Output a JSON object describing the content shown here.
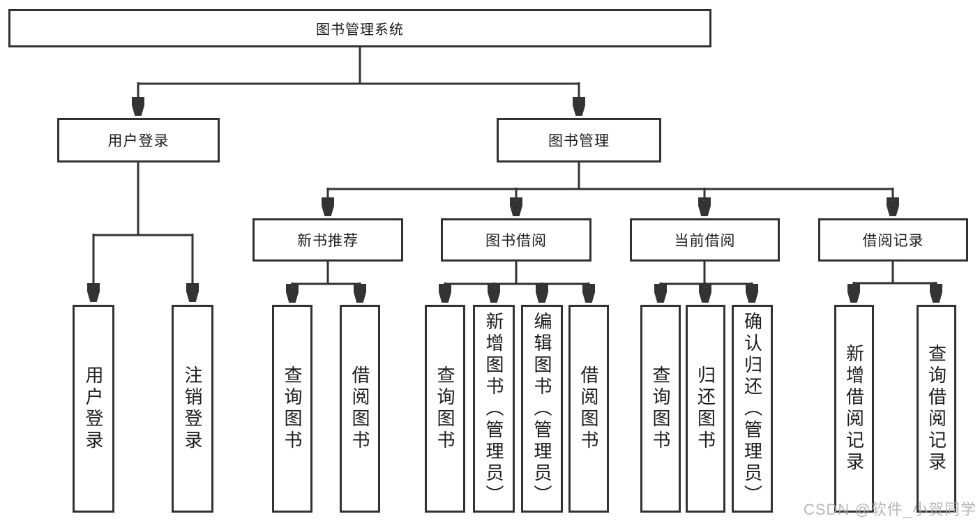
{
  "title": "图书管理系统",
  "watermark": "CSDN @软件_小贺同学",
  "colors": {
    "line": "#333333",
    "box_border": "#323232",
    "text": "#1c1c1c",
    "watermark": "#acacac",
    "background": "#ffffff"
  },
  "nodes": {
    "root": "图书管理系统",
    "user_login": "用户登录",
    "book_mgmt": "图书管理",
    "new_book_rec": "新书推荐",
    "book_borrow": "图书借阅",
    "current_borrow": "当前借阅",
    "borrow_records": "借阅记录",
    "ul_user_login": "用户登录",
    "ul_logout": "注销登录",
    "nbr_query_book": "查询图书",
    "nbr_borrow_book": "借阅图书",
    "bb_query_book": "查询图书",
    "bb_add_book": "新增图书（管理员）",
    "bb_edit_book": "编辑图书（管理员）",
    "bb_borrow_book": "借阅图书",
    "cb_query_book": "查询图书",
    "cb_return_book": "归还图书",
    "cb_confirm_return": "确认归还（管理员）",
    "br_add_record": "新增借阅记录",
    "br_query_record": "查询借阅记录"
  },
  "hierarchy": {
    "图书管理系统": {
      "用户登录": [
        "用户登录",
        "注销登录"
      ],
      "图书管理": {
        "新书推荐": [
          "查询图书",
          "借阅图书"
        ],
        "图书借阅": [
          "查询图书",
          "新增图书（管理员）",
          "编辑图书（管理员）",
          "借阅图书"
        ],
        "当前借阅": [
          "查询图书",
          "归还图书",
          "确认归还（管理员）"
        ],
        "借阅记录": [
          "新增借阅记录",
          "查询借阅记录"
        ]
      }
    }
  }
}
